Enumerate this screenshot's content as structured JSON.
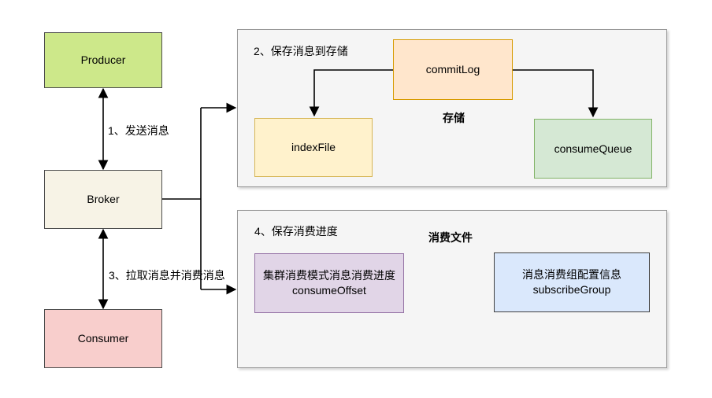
{
  "nodes": {
    "producer": {
      "label": "Producer"
    },
    "broker": {
      "label": "Broker"
    },
    "consumer": {
      "label": "Consumer"
    },
    "commitlog": {
      "label": "commitLog"
    },
    "indexfile": {
      "label": "indexFile"
    },
    "consumequeue": {
      "label": "consumeQueue"
    },
    "consumeoffset": {
      "line1": "集群消费模式消息消费进度",
      "line2": "consumeOffset"
    },
    "subscribegroup": {
      "line1": "消息消费组配置信息",
      "line2": "subscribeGroup"
    }
  },
  "labels": {
    "step1": "1、发送消息",
    "step2": "2、保存消息到存储",
    "step3": "3、拉取消息并消费消息",
    "step4": "4、保存消费进度",
    "storage": "存储",
    "consume_files": "消费文件"
  },
  "colors": {
    "producer-fill": "#cde88a",
    "producer-border": "#4d4d4d",
    "broker-fill": "#f7f3e6",
    "broker-border": "#4d4d4d",
    "consumer-fill": "#f8cecc",
    "consumer-border": "#4d4d4d",
    "commitlog-fill": "#ffe6cc",
    "commitlog-border": "#d79b00",
    "indexfile-fill": "#fff2cc",
    "indexfile-border": "#d6b656",
    "consumequeue-fill": "#d5e8d4",
    "consumequeue-border": "#82b366",
    "consumeoffset-fill": "#e1d5e7",
    "consumeoffset-border": "#9673a6",
    "subscribegroup-fill": "#dae8fc",
    "subscribegroup-border": "#404040",
    "panel-fill": "#f5f5f5",
    "panel-border": "#999999",
    "arrow": "#000000"
  }
}
